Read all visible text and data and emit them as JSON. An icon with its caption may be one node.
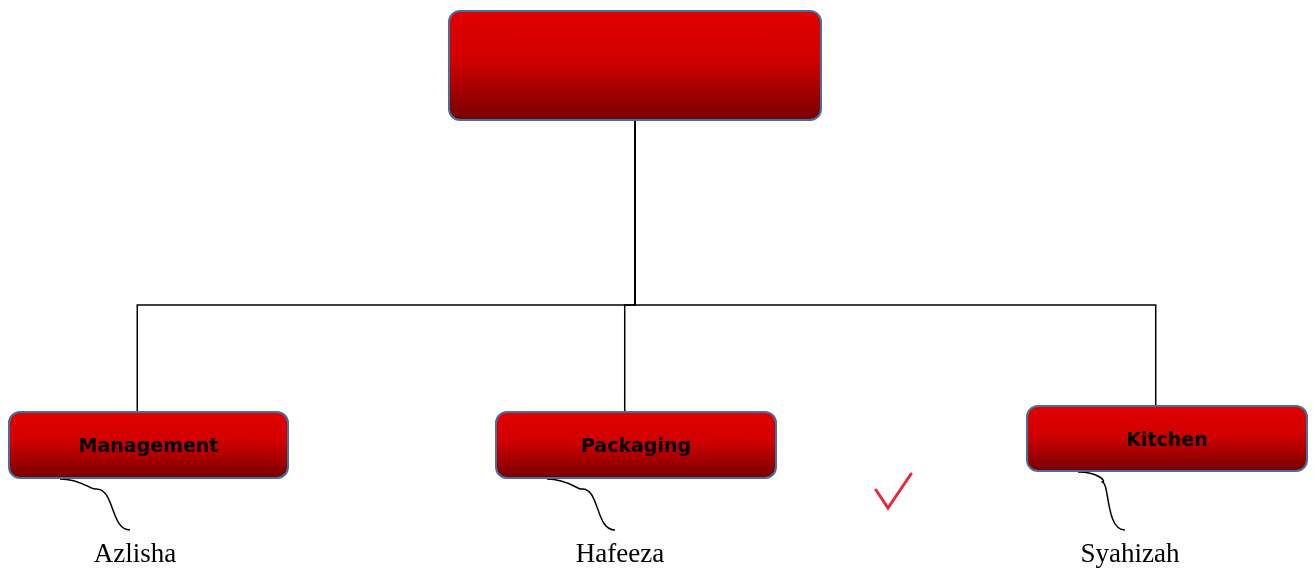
{
  "diagram": {
    "nodes": [
      {
        "text": [],
        "shape": "box"
      },
      {
        "text": [
          "Management"
        ]
      },
      {
        "text": [
          "Packaging"
        ]
      },
      {
        "text": [
          "Kitchen"
        ]
      },
      {
        "text": [
          "Azlisha"
        ]
      },
      {
        "text": [
          "Hafeeza"
        ]
      },
      {
        "text": [
          "Syahizah"
        ]
      }
    ],
    "edges": [
      {
        "from": 0,
        "to": 1,
        "arrow": "none"
      },
      {
        "from": 0,
        "to": 2,
        "arrow": "none"
      },
      {
        "from": 0,
        "to": 3,
        "arrow": "none"
      },
      {
        "from": 4,
        "to": 1,
        "arrow": "none"
      },
      {
        "from": 5,
        "to": 2,
        "arrow": "none"
      },
      {
        "from": 6,
        "to": 3,
        "arrow": "none"
      }
    ]
  }
}
